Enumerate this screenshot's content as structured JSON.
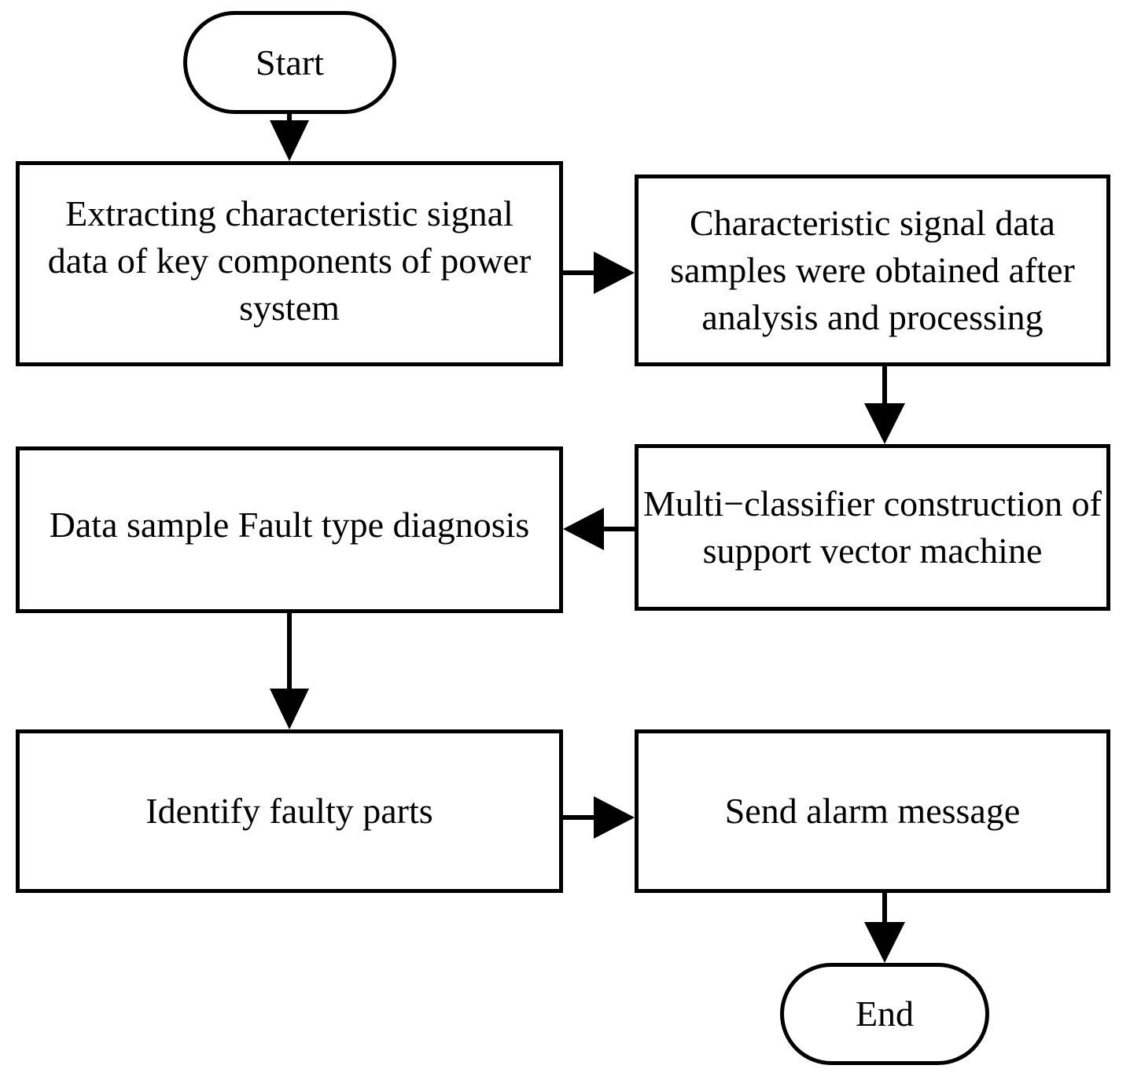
{
  "nodes": {
    "start": "Start",
    "extract": "Extracting characteristic signal data of key components of power system",
    "samples": "Characteristic signal data samples were obtained after analysis and processing",
    "svm": "Multi−classifier construction of support vector machine",
    "diagnose": "Data sample Fault type diagnosis",
    "identify": "Identify faulty parts",
    "alarm": "Send alarm message",
    "end": "End"
  },
  "colors": {
    "stroke": "#000000",
    "fill": "#ffffff",
    "text": "#000000"
  }
}
